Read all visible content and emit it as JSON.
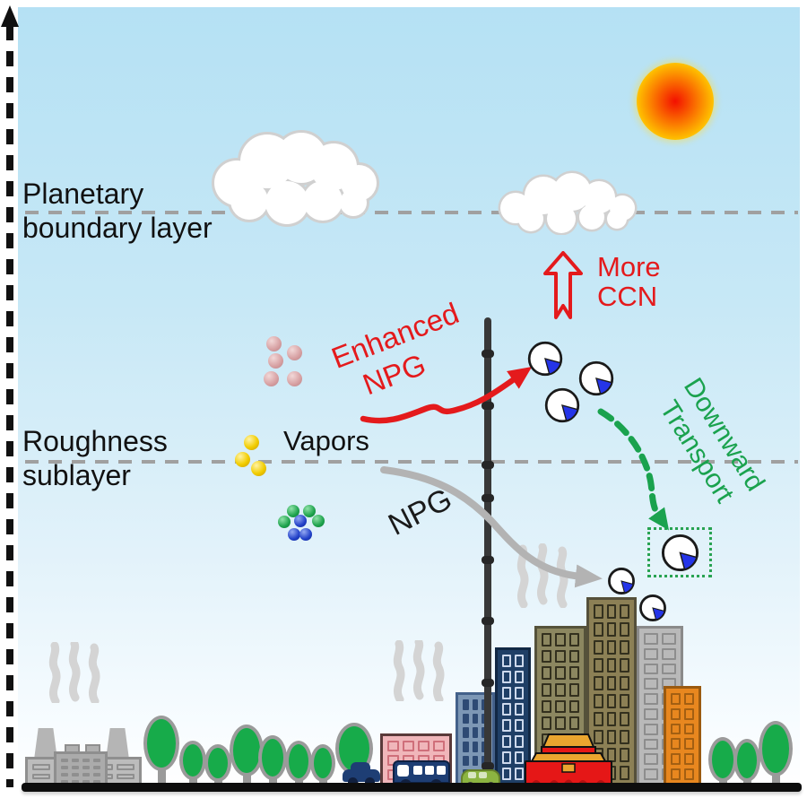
{
  "layers": {
    "planetary": {
      "line1": "Planetary",
      "line2": "boundary layer"
    },
    "roughness": {
      "line1": "Roughness",
      "line2": "sublayer"
    }
  },
  "annotations": {
    "vapors": "Vapors",
    "enhanced_npg": {
      "line1": "Enhanced",
      "line2": "NPG"
    },
    "more_ccn": {
      "line1": "More",
      "line2": "CCN"
    },
    "npg": "NPG",
    "downward_transport": {
      "line1": "Downward",
      "line2": "Transport"
    }
  },
  "colors": {
    "red_annotation": "#e41a1c",
    "green_annotation": "#1aa24e",
    "gray_arrow": "#b3b3b3",
    "black_text": "#111111",
    "layer_dash_line": "#a0a0a0",
    "sky_top": "#b5e1f4",
    "sky_bottom": "#ffffff",
    "sun_center": "#f31000",
    "sun_edge": "#ffd500",
    "pie_particle_fill": "#ffffff",
    "pie_particle_wedge": "#2535e8",
    "tree_green": "#17ab4a",
    "temple_red": "#e51717",
    "temple_gold": "#eaa52f"
  },
  "icons": {
    "height_axis": "dashed-vertical-arrow-up",
    "sun": "radial-gradient-circle",
    "cloud": "white-puff-cluster",
    "more_ccn_arrow": "hollow-red-up-arrow",
    "enhanced_npg_arrow": "red-curved-arrow",
    "npg_arrow": "gray-s-curved-arrow",
    "downward_transport_arrow": "green-dashed-curved-arrow",
    "grown_particle": "white-circle-with-blue-wedge",
    "vapor_cluster_pink": "pink-dot-cluster",
    "vapor_cluster_yellow": "yellow-dot-cluster",
    "vapor_cluster_green_blue": "green-blue-dot-cluster",
    "measurement_tower": "segmented-dark-pole",
    "smoke": "wavy-gray-lines",
    "factory": "gray-factory-with-chimneys",
    "temple_gate": "red-gold-gate-building",
    "tree": "green-ellipse-tree",
    "transport_box": "green-dotted-square"
  }
}
